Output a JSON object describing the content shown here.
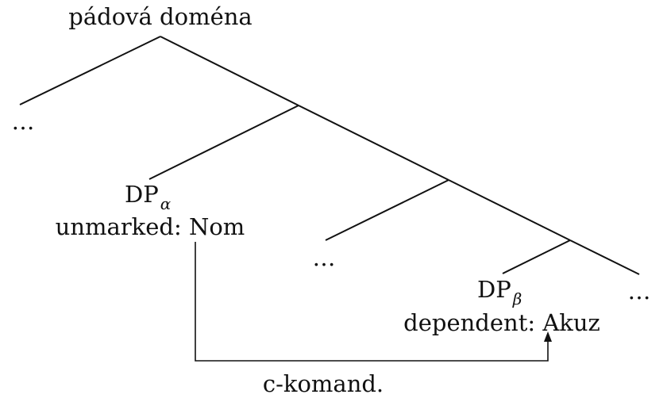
{
  "root": {
    "label": "pádová doména"
  },
  "left_ellipsis": "…",
  "dp_alpha": {
    "head": "DP",
    "subscript": "α",
    "case_line": "unmarked: Nom"
  },
  "middle_ellipsis": "…",
  "dp_beta": {
    "head": "DP",
    "subscript": "β",
    "case_line": "dependent: Akuz"
  },
  "right_ellipsis": "…",
  "relation": {
    "label": "c-komand."
  }
}
